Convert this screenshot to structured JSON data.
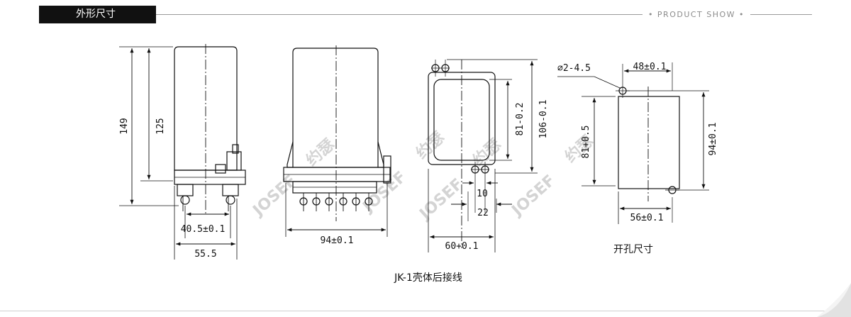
{
  "header": {
    "section_title": "外形尺寸",
    "tag": "• PRODUCT SHOW •"
  },
  "dimensions": {
    "side_view": {
      "overall_height": "149",
      "body_height": "125",
      "terminal_spacing": "40.5±0.1",
      "base_width": "55.5"
    },
    "back_view": {
      "width": "94±0.1"
    },
    "panel_view": {
      "cutout_height": "81-0.2",
      "overall_height": "106-0.1",
      "pin_pitch": "10",
      "pin_span": "22",
      "width": "60+0.1"
    },
    "cutout_view": {
      "hole": "∅2-4.5",
      "top_spacing": "48±0.1",
      "left_height": "81+0.5",
      "right_height": "94±0.1",
      "bottom_width": "56±0.1"
    }
  },
  "captions": {
    "cutout": "开孔尺寸",
    "main": "JK-1壳体后接线"
  },
  "watermark": {
    "brand": "JOSEF",
    "cn": "约瑟"
  },
  "colors": {
    "line": "#111111",
    "header_bg": "#111111",
    "watermark": "#d4d4d4"
  }
}
